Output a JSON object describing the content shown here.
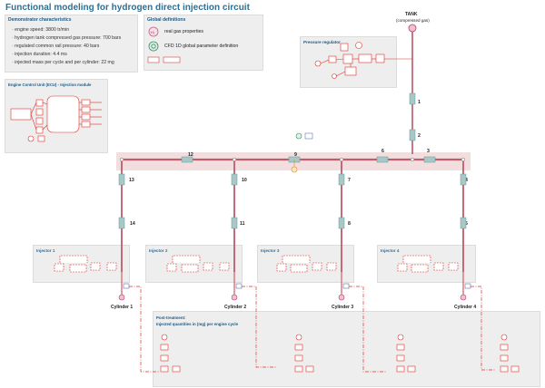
{
  "title": "Functional modeling for hydrogen direct injection circuit",
  "demonstrator": {
    "heading": "Demonstrator characteristics",
    "items": [
      "engine speed: 3800 tr/min",
      "hydrogen tank compressed gas pressure: 700 bars",
      "regulated common rail pressure: 40 bars",
      "injection duration: 4.4 ms",
      "injected mass per cycle and per cylinder: 22 mg"
    ]
  },
  "global_definitions": {
    "heading": "Global definitions",
    "items": [
      "real gas properties",
      "CFD 1D global parameter definition"
    ],
    "icon_letters": "H₂"
  },
  "tank": {
    "label": "TANK",
    "sublabel": "(compressed gas)"
  },
  "pressure_regulator": {
    "heading": "Pressure regulator"
  },
  "ecu": {
    "heading": "Engine Control Unit (ECU) - Injection module"
  },
  "pipes": [
    "1",
    "2",
    "3",
    "4",
    "5",
    "6",
    "7",
    "8",
    "9",
    "10",
    "11",
    "12",
    "13",
    "14"
  ],
  "injectors": [
    "Injector 1",
    "Injector 2",
    "Injector 3",
    "Injector 4"
  ],
  "cylinders": [
    "Cylinder 1",
    "Cylinder 2",
    "Cylinder 3",
    "Cylinder 4"
  ],
  "post_treatment": {
    "heading": "Post-treatment:",
    "subheading": "Injected quantities in (mg) per engine cycle"
  },
  "colors": {
    "pipe": "#d8707a",
    "signal": "#e0302a",
    "accent": "#2f6f8f",
    "panel": "#eeeeee",
    "rail_bg": "#f2dede"
  }
}
